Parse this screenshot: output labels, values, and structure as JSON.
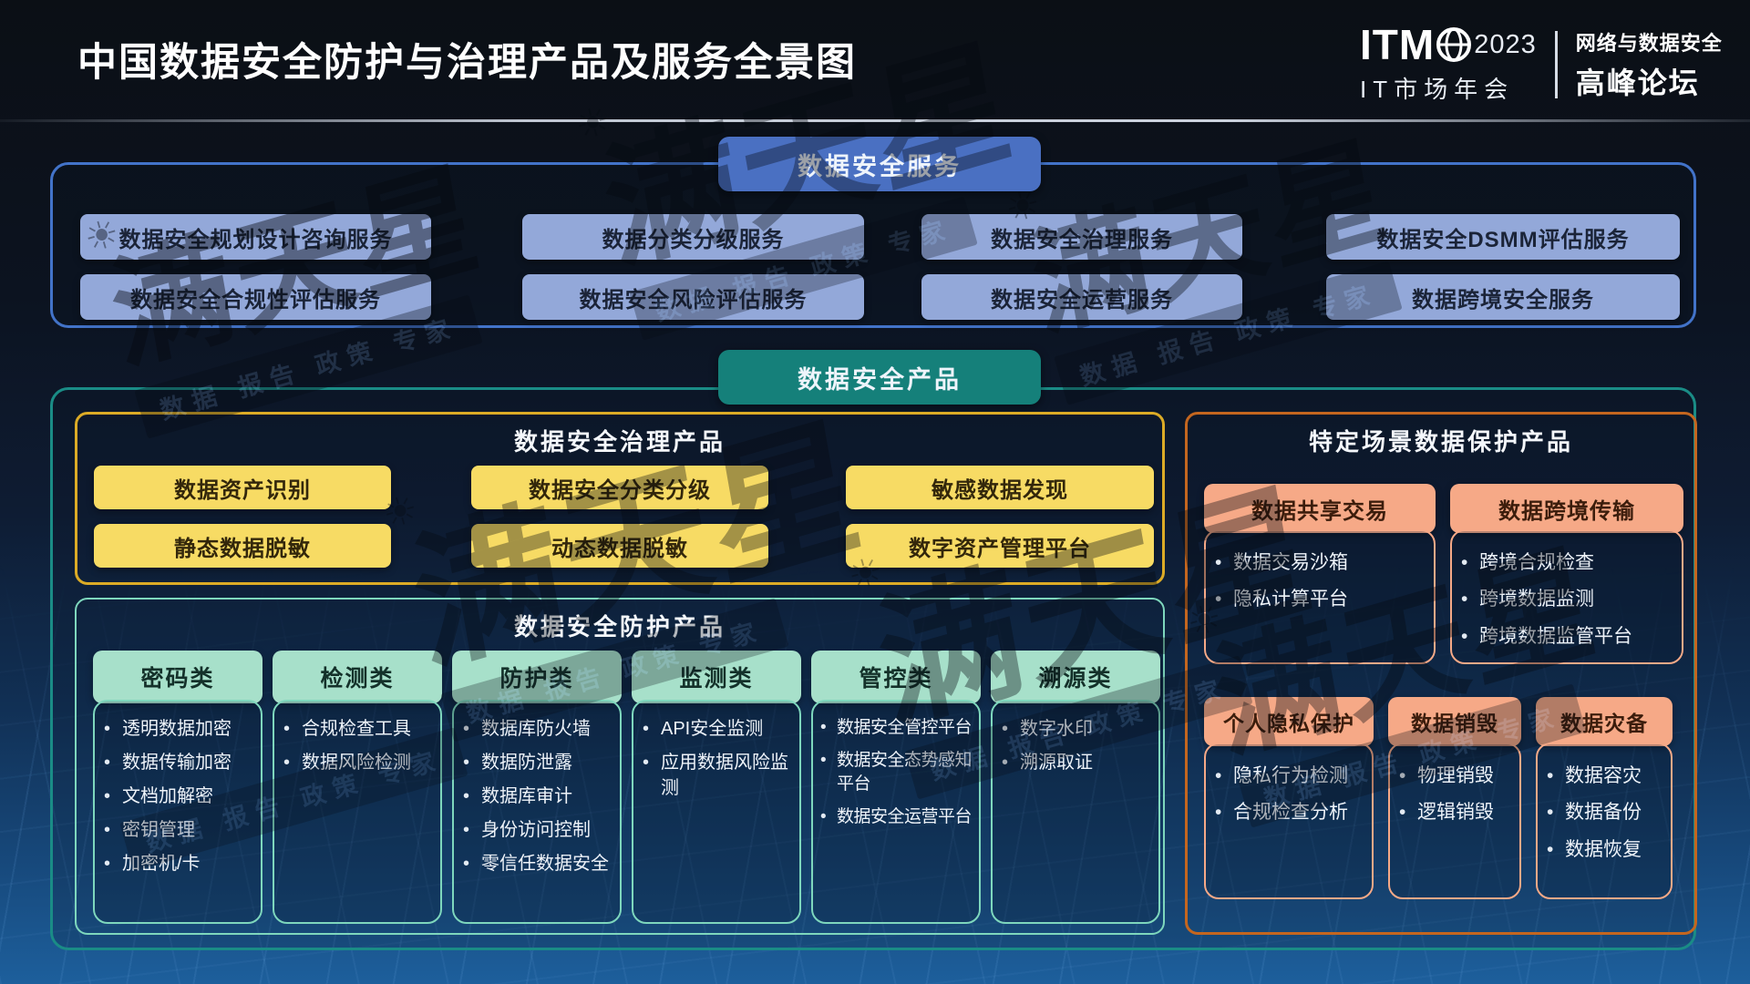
{
  "header": {
    "title": "中国数据安全防护与治理产品及服务全景图",
    "logo": {
      "brand": "ITM",
      "year": "2023",
      "market": "IT市场年会",
      "forum_top": "网络与数据安全",
      "forum_bottom": "高峰论坛"
    }
  },
  "services": {
    "label": "数据安全服务",
    "items": [
      "数据安全规划设计咨询服务",
      "数据分类分级服务",
      "数据安全治理服务",
      "数据安全DSMM评估服务",
      "数据安全合规性评估服务",
      "数据安全风险评估服务",
      "数据安全运营服务",
      "数据跨境安全服务"
    ]
  },
  "products": {
    "label": "数据安全产品",
    "governance": {
      "title": "数据安全治理产品",
      "items": [
        "数据资产识别",
        "数据安全分类分级",
        "敏感数据发现",
        "静态数据脱敏",
        "动态数据脱敏",
        "数字资产管理平台"
      ]
    },
    "protection": {
      "title": "数据安全防护产品",
      "categories": [
        {
          "label": "密码类",
          "items": [
            "透明数据加密",
            "数据传输加密",
            "文档加解密",
            "密钥管理",
            "加密机/卡"
          ]
        },
        {
          "label": "检测类",
          "items": [
            "合规检查工具",
            "数据风险检测"
          ]
        },
        {
          "label": "防护类",
          "items": [
            "数据库防火墙",
            "数据防泄露",
            "数据库审计",
            "身份访问控制",
            "零信任数据安全"
          ]
        },
        {
          "label": "监测类",
          "items": [
            "API安全监测",
            "应用数据风险监测"
          ]
        },
        {
          "label": "管控类",
          "items": [
            "数据安全管控平台",
            "数据安全态势感知平台",
            "数据安全运营平台"
          ]
        },
        {
          "label": "溯源类",
          "items": [
            "数字水印",
            "溯源取证"
          ]
        }
      ]
    },
    "scenario": {
      "title": "特定场景数据保护产品",
      "groups": [
        {
          "label": "数据共享交易",
          "items": [
            "数据交易沙箱",
            "隐私计算平台"
          ]
        },
        {
          "label": "数据跨境传输",
          "items": [
            "跨境合规检查",
            "跨境数据监测",
            "跨境数据监管平台"
          ]
        },
        {
          "label": "个人隐私保护",
          "items": [
            "隐私行为检测",
            "合规检查分析"
          ]
        },
        {
          "label": "数据销毁",
          "items": [
            "物理销毁",
            "逻辑销毁"
          ]
        },
        {
          "label": "数据灾备",
          "items": [
            "数据容灾",
            "数据备份",
            "数据恢复"
          ]
        }
      ]
    }
  },
  "watermark": {
    "brand": "满天星",
    "ribbon": "数据  报告  政策  专家",
    "sun": "☀"
  },
  "colors": {
    "service_pill": "#4a70c2",
    "service_button": "#93a8d9",
    "product_pill": "#15807a",
    "governance_accent": "#dcab26",
    "governance_button": "#f7db64",
    "protection_accent": "#7ed7bd",
    "protection_header": "#a7e0ca",
    "scenario_accent": "#c4661f",
    "scenario_header": "#f6a987"
  }
}
